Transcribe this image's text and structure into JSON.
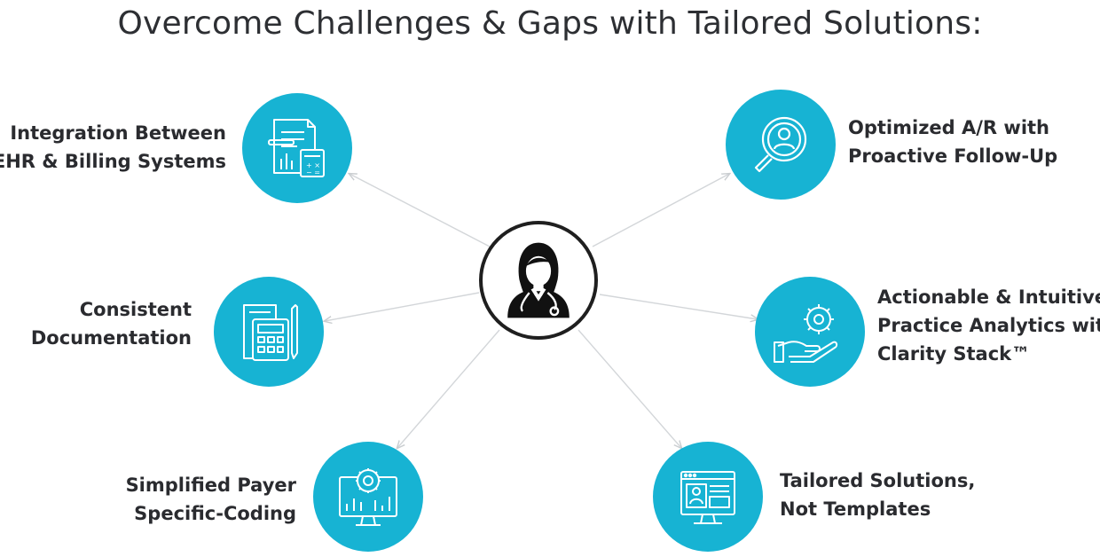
{
  "title": "Overcome Challenges & Gaps with Tailored Solutions:",
  "colors": {
    "accent": "#17b3d3",
    "connector": "#cfd3d6",
    "center_border": "#1f1f1f",
    "text": "#2a2b2f"
  },
  "center": {
    "icon": "doctor-icon"
  },
  "nodes": [
    {
      "id": "integration",
      "icon": "billing-documents-icon",
      "lines": [
        "Integration Between",
        "EHR & Billing Systems"
      ]
    },
    {
      "id": "documentation",
      "icon": "calculator-ledger-icon",
      "lines": [
        "Consistent",
        "Documentation"
      ]
    },
    {
      "id": "coding",
      "icon": "monitor-gear-chart-icon",
      "lines": [
        "Simplified Payer",
        "Specific-Coding"
      ]
    },
    {
      "id": "ar",
      "icon": "magnifier-person-icon",
      "lines": [
        "Optimized A/R with",
        "Proactive Follow-Up"
      ]
    },
    {
      "id": "analytics",
      "icon": "hand-gear-icon",
      "lines": [
        "Actionable & Intuitive",
        "Practice Analytics with",
        "Clarity Stack™"
      ]
    },
    {
      "id": "tailored",
      "icon": "browser-profile-icon",
      "lines": [
        "Tailored Solutions,",
        "Not Templates"
      ]
    }
  ]
}
